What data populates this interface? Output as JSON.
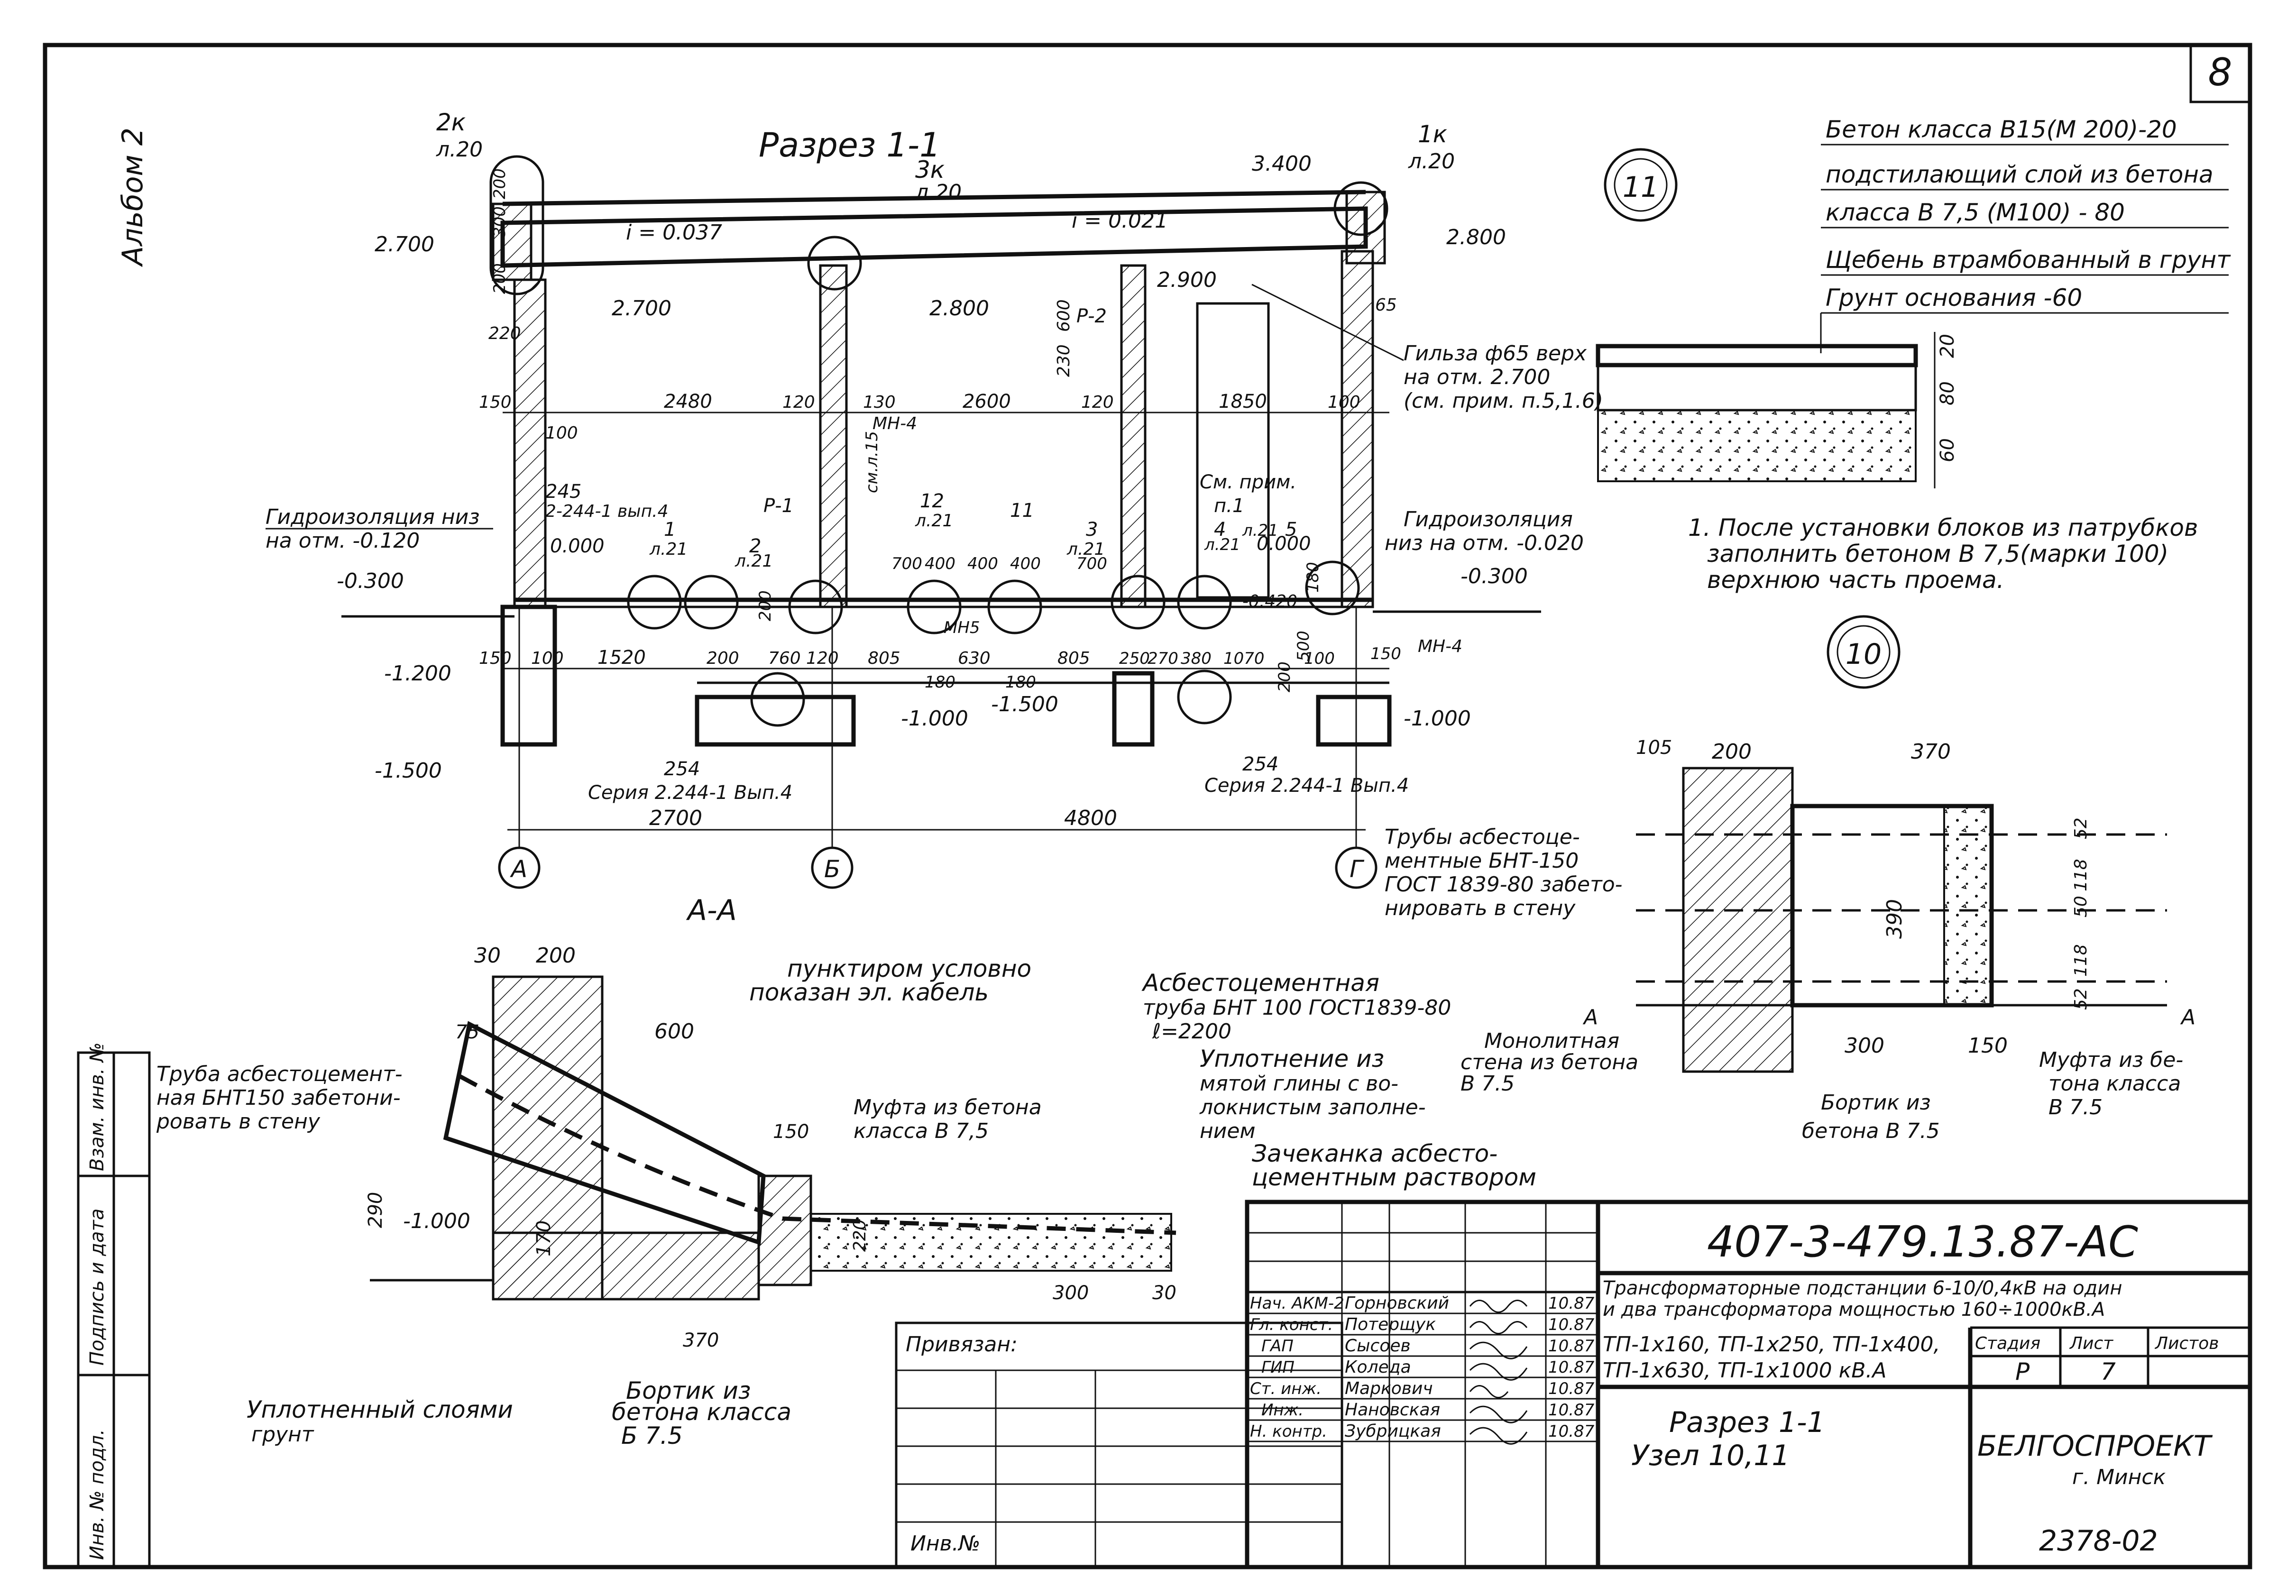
{
  "sheet_number": "8",
  "album_label": "Альбом 2",
  "section_title": "Разрез 1-1",
  "aa_title": "А-А",
  "callouts": {
    "c2k": "2к",
    "c2k_sheet": "л.20",
    "c3k": "3к",
    "c3k_sheet": "л.20",
    "c1k": "1к",
    "c1k_sheet": "л.20",
    "c11": "11",
    "c10": "10"
  },
  "levels": {
    "l3400": "3.400",
    "l2700a": "2.700",
    "l2700b": "2.700",
    "l2800a": "2.800",
    "l2800b": "2.800",
    "l2900": "2.900",
    "l0000a": "0.000",
    "l0000b": "0.000",
    "l0300a": "-0.300",
    "l0300b": "-0.300",
    "l1200": "-1.200",
    "l1500a": "-1.500",
    "l1500b": "-1.500",
    "l1000a": "-1.000",
    "l1000b": "-1.000",
    "l1000c": "-1.000",
    "l0420": "-0.420"
  },
  "slopes": {
    "s1": "i = 0.037",
    "s2": "i = 0.021"
  },
  "dims_top": [
    "2480",
    "120",
    "130",
    "2600",
    "120",
    "1850",
    "100",
    "150"
  ],
  "dims_bottom": [
    "150",
    "100",
    "1520",
    "200",
    "760",
    "120",
    "805",
    "630",
    "805",
    "250",
    "270",
    "380",
    "1070",
    "100",
    "150"
  ],
  "dims_bottom2": [
    "180",
    "180"
  ],
  "dims_axes": [
    "2700",
    "4800"
  ],
  "dims_misc": {
    "d300": "300",
    "d200": "200",
    "d200b": "200",
    "d220": "220",
    "d150": "150",
    "d100": "100",
    "d600": "600",
    "d230": "230",
    "d65": "65",
    "d700": "700",
    "d400a": "400",
    "d400b": "400",
    "d400c": "400",
    "d700b": "700",
    "d200c": "200",
    "d500": "500",
    "d200d": "200",
    "d180": "180"
  },
  "axes": [
    "А",
    "Б",
    "Г"
  ],
  "notes_section": {
    "gidro_low": "Гидроизоляция низ",
    "gidro_low2": "на отм. -0.120",
    "gidro_r1": "Гидроизоляция",
    "gidro_r2": "низ на отм. -0.020",
    "p2": "Р-2",
    "p1": "Р-1",
    "mn4a": "МН-4",
    "mn4b": "МН-4",
    "sm_l15": "см.л.15",
    "mn5": "МН5",
    "sm_prim": "См. прим.",
    "sm_prim2": "п.1",
    "gilza1": "Гильза ф65 верх",
    "gilza2": "на отм. 2.700",
    "gilza3": "(см. прим. п.5,1.6)",
    "ref245": "245",
    "ref245b": "2-244-1 вып.4",
    "ref1": "1",
    "ref1s": "л.21",
    "ref2": "2",
    "ref2s": "л.21",
    "ref12": "12",
    "ref12s": "л.21",
    "ref11": "11",
    "ref3": "3",
    "ref3s": "л.21",
    "ref5": "5",
    "ref4": "4",
    "ref4s": "л.21",
    "ref4s2": "л.21",
    "ref254a": "254",
    "ref254a2": "Серия 2.244-1 Вып.4",
    "ref254b": "254",
    "ref254b2": "Серия 2.244-1 Вып.4"
  },
  "layers_table": [
    "Бетон класса В15(М 200)-20",
    "подстилающий слой из бетона",
    "класса В 7,5 (М100)   - 80",
    "Щебень втрамбованный в грунт",
    "Грунт основания       -60"
  ],
  "layers_dims": [
    "20",
    "80",
    "60"
  ],
  "note1": [
    "1. После установки блоков из патрубков",
    "заполнить бетоном  В 7,5(марки 100)",
    "верхнюю часть проема."
  ],
  "node10": {
    "d105": "105",
    "d200": "200",
    "d370": "370",
    "d390": "390",
    "d52a": "52",
    "d118a": "118",
    "d50": "50",
    "d118b": "118",
    "d52b": "52",
    "d300": "300",
    "d150": "150",
    "pipes1": "Трубы асбестоце-",
    "pipes2": "ментные БНТ-150",
    "pipes3": "ГОСТ 1839-80 забето-",
    "pipes4": "нировать в стену",
    "wall1": "Монолитная",
    "wall2": "стена из бетона",
    "wall3": "В 7.5",
    "bort1": "Бортик из",
    "bort2": "бетона  В 7.5",
    "mufta1": "Муфта из бе-",
    "mufta2": "тона класса",
    "mufta3": "В 7.5",
    "aa1": "А",
    "aa2": "А"
  },
  "node_aa": {
    "d30": "30",
    "d200": "200",
    "d75": "75",
    "d600": "600",
    "d290": "290",
    "d170": "170",
    "d370": "370",
    "d150": "150",
    "d220": "220",
    "d300": "300",
    "d30b": "30",
    "l1000": "-1.000",
    "kabel1": "пунктиром условно",
    "kabel2": "показан эл. кабель",
    "truba1": "Труба асбестоцемент-",
    "truba2": "ная БНТ150 забетони-",
    "truba3": "ровать в стену",
    "asb1": "Асбестоцементная",
    "asb2": "труба  БНТ 100 ГОСТ1839-80",
    "asb3": "ℓ=2200",
    "upl1": "Уплотнение  из",
    "upl2": "мятой глины с во-",
    "upl3": "локнистым заполне-",
    "upl4": "нием",
    "mufta1": "Муфта из бетона",
    "mufta2": "класса  В 7,5",
    "zach1": "Зачеканка  асбесто-",
    "zach2": "цементным раствором",
    "grunt1": "Уплотненный  слоями",
    "grunt2": "грунт",
    "bort1": "Бортик из",
    "bort2": "бетона класса",
    "bort3": "Б 7.5"
  },
  "title_block": {
    "code": "407-3-479.13.87-АС",
    "desc1": "Трансформаторные подстанции 6-10/0,4кВ на один",
    "desc2": "и два трансформатора мощностью 160÷1000кВ.А",
    "desc3": "ТП-1х160, ТП-1х250, ТП-1х400,",
    "desc4": "ТП-1х630, ТП-1х1000 кВ.А",
    "sheet_title1": "Разрез 1-1",
    "sheet_title2": "Узел 10,11",
    "stage_h": "Стадия",
    "list_h": "Лист",
    "lists_h": "Листов",
    "stage": "Р",
    "list": "7",
    "org1": "БЕЛГОСПРОЕКТ",
    "org2": "г. Минск",
    "privyazan": "Привязан:",
    "inv": "Инв.№",
    "archive": "2378-02",
    "signers": [
      {
        "role": "Нач. АКМ-2",
        "name": "Горновский",
        "date": "10.87"
      },
      {
        "role": "Гл. конст.",
        "name": "Потерщук",
        "date": "10.87"
      },
      {
        "role": "ГАП",
        "name": "Сысоев",
        "date": "10.87"
      },
      {
        "role": "ГИП",
        "name": "Коледа",
        "date": "10.87"
      },
      {
        "role": "Ст. инж.",
        "name": "Маркович",
        "date": "10.87"
      },
      {
        "role": "Инж.",
        "name": "Нановская",
        "date": "10.87"
      },
      {
        "role": "Н. контр.",
        "name": "Зубрицкая",
        "date": "10.87"
      }
    ]
  },
  "side_stamp": [
    "Инв. № подл.",
    "Подпись и дата",
    "Взам. инв. №"
  ]
}
